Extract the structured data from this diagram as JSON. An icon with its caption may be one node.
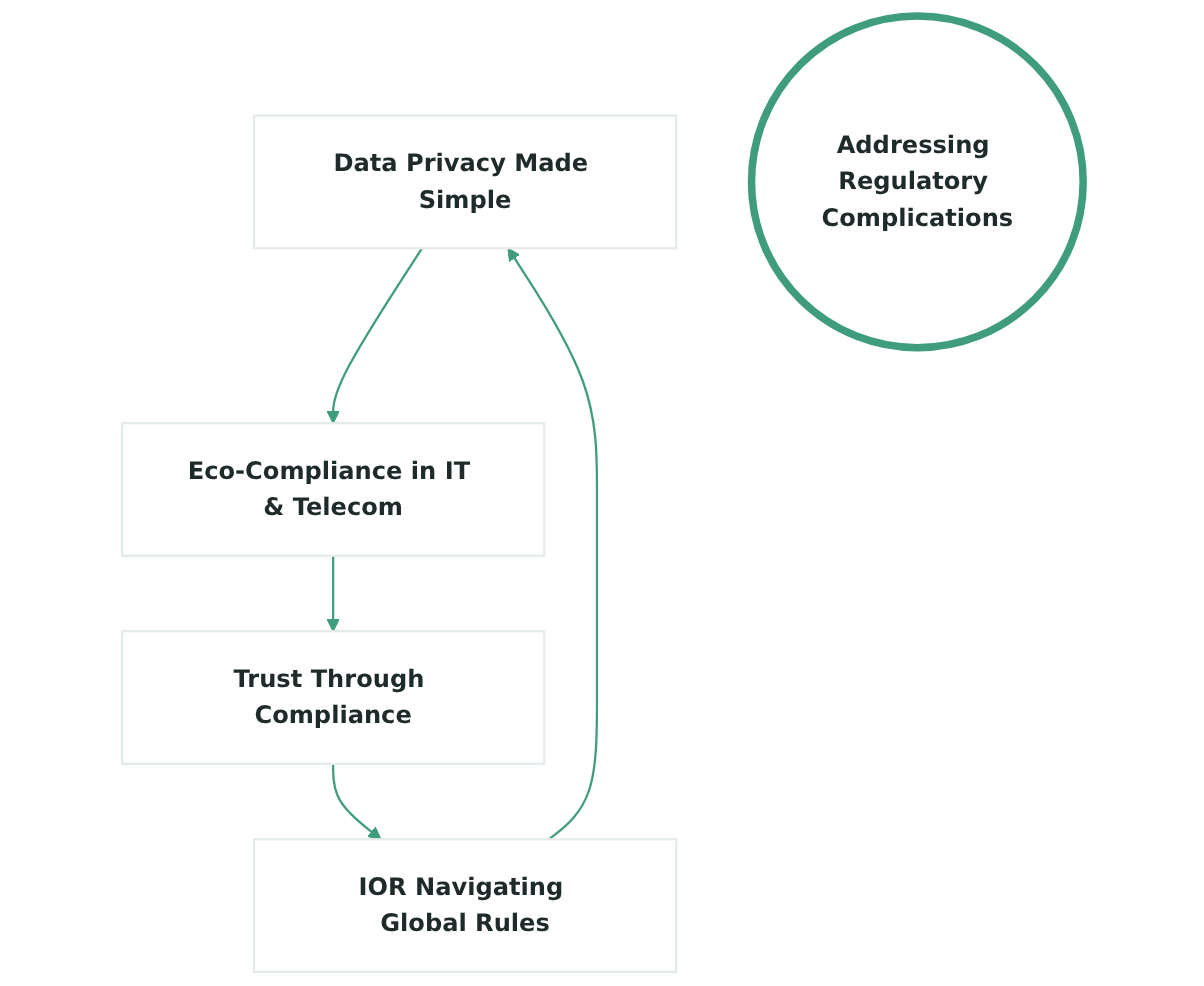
{
  "diagram": {
    "nodes": [
      {
        "text": [
          "Data Privacy Made Simple"
        ]
      },
      {
        "text": [
          "Eco-Compliance in IT & Telecom"
        ]
      },
      {
        "text": [
          "Addressing Regulatory Complications"
        ]
      },
      {
        "text": [
          "IOR Navigating Global Rules"
        ]
      },
      {
        "text": [
          "Trust Through Compliance"
        ]
      }
    ],
    "edges": [
      {
        "from": 0,
        "to": 1,
        "arrow": "to"
      },
      {
        "from": 1,
        "to": 4,
        "arrow": "to"
      },
      {
        "from": 4,
        "to": 3,
        "arrow": "to"
      },
      {
        "from": 3,
        "to": 0,
        "arrow": "to"
      }
    ]
  }
}
